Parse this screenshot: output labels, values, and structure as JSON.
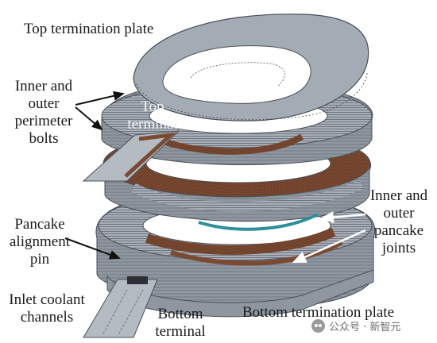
{
  "labels": {
    "top_plate": "Top termination plate",
    "inner_outer_bolts": [
      "Inner and",
      "outer",
      "perimeter",
      "bolts"
    ],
    "top_terminal": [
      "Top",
      "terminal"
    ],
    "pancake_pin": [
      "Pancake",
      "alignment",
      "pin"
    ],
    "inlet_coolant": [
      "Inlet coolant",
      "channels"
    ],
    "bottom_terminal": [
      "Bottom",
      "terminal"
    ],
    "pancake_joints": [
      "Inner and",
      "outer",
      "pancake",
      "joints"
    ],
    "bottom_plate": "Bottom termination plate"
  },
  "watermark": {
    "icon": "wechat-icon",
    "text": "公众号 · 新智元"
  },
  "colors": {
    "steel": "#9ba3ad",
    "steel_dark": "#5d646d",
    "copper": "#7a4a32",
    "coolant": "#2f8f9a"
  }
}
